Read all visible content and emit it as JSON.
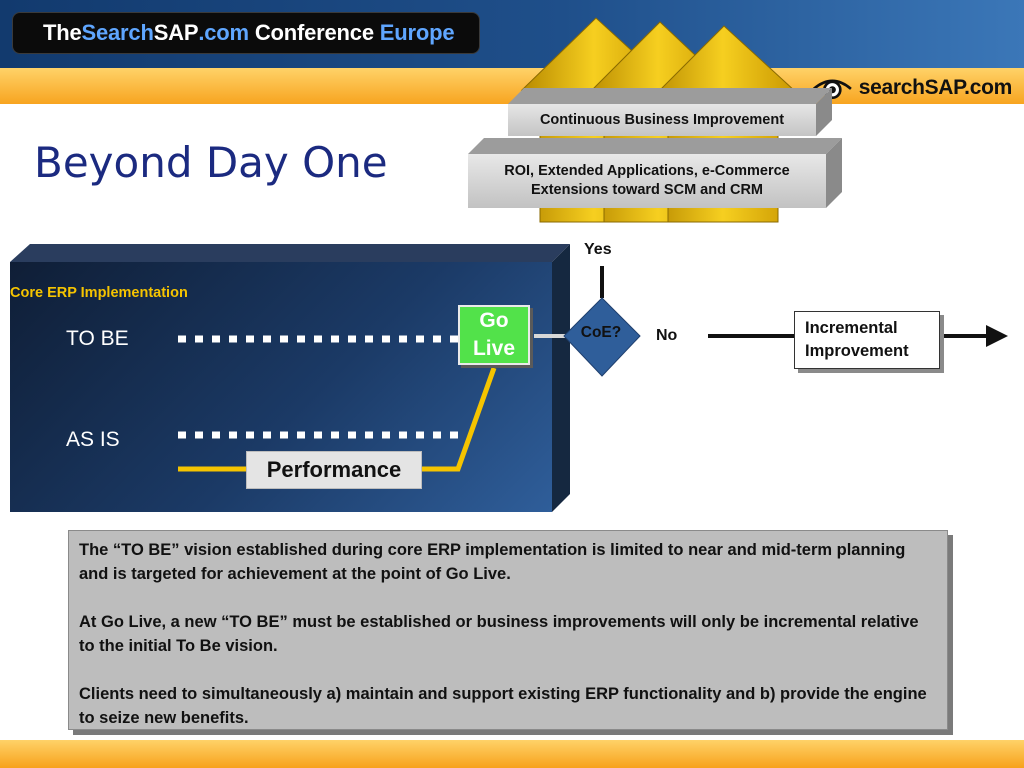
{
  "header": {
    "banner_parts": [
      {
        "text": "The ",
        "color": "white"
      },
      {
        "text": "Search",
        "color": "blue"
      },
      {
        "text": "SAP",
        "color": "white"
      },
      {
        "text": ".com",
        "color": "blue"
      },
      {
        "text": " Conference ",
        "color": "white"
      },
      {
        "text": "Europe",
        "color": "blue"
      }
    ],
    "logo_text": "searchSAP.com",
    "logo_icon": "eye-logo-icon"
  },
  "title": "Beyond Day One",
  "top_boxes": {
    "continuous": "Continuous Business Improvement",
    "roi_line1": "ROI, Extended Applications, e-Commerce",
    "roi_line2": "Extensions toward SCM and CRM"
  },
  "panel": {
    "core_label": "Core ERP Implementation",
    "to_be": "TO BE",
    "as_is": "AS IS",
    "go_live_line1": "Go",
    "go_live_line2": "Live",
    "performance": "Performance"
  },
  "decision": {
    "coe": "CoE?",
    "yes": "Yes",
    "no": "No"
  },
  "incremental": {
    "line1": "Incremental",
    "line2": "Improvement"
  },
  "text_box": {
    "p1": "The “TO BE” vision established during core ERP implementation is limited to near and mid-term planning and is targeted for achievement at the point of Go Live.",
    "p2": "At Go Live, a new “TO BE” must be established or business improvements will only be incremental relative to the initial To Be vision.",
    "p3": "Clients need to simultaneously a) maintain and support existing ERP functionality and b) provide the engine to seize new benefits."
  },
  "colors": {
    "title_blue": "#1b2a80",
    "accent_yellow": "#f5c400",
    "go_live_green": "#52e24a",
    "decision_blue": "#2f5e9a",
    "banner_blue": "#5fa6ff"
  }
}
